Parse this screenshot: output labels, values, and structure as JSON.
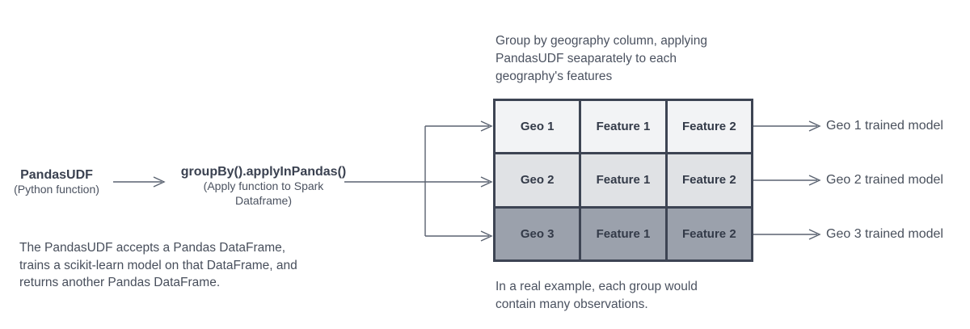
{
  "diagram": {
    "colors": {
      "line": "#5a6270",
      "table_border": "#3d4453",
      "title_text": "#3a4150",
      "body_text": "#4b5260",
      "row1_bg": "#f2f3f5",
      "row2_bg": "#e0e2e5",
      "row3_bg": "#9ba1ac"
    },
    "top_note_lines": [
      "Group by geography column, applying",
      "PandasUDF seaparately to each",
      "geography's features"
    ],
    "pandas_udf": {
      "title": "PandasUDF",
      "subtitle": "(Python function)"
    },
    "group_by": {
      "title": "groupBy().applyInPandas()",
      "subtitle_line1": "(Apply function to Spark",
      "subtitle_line2": "Dataframe)"
    },
    "table": {
      "rows": [
        {
          "cells": [
            "Geo 1",
            "Feature 1",
            "Feature 2"
          ],
          "bg": "#f2f3f5"
        },
        {
          "cells": [
            "Geo 2",
            "Feature 1",
            "Feature 2"
          ],
          "bg": "#e0e2e5"
        },
        {
          "cells": [
            "Geo 3",
            "Feature 1",
            "Feature 2"
          ],
          "bg": "#9ba1ac"
        }
      ]
    },
    "outputs": [
      "Geo 1 trained model",
      "Geo 2 trained model",
      "Geo 3 trained model"
    ],
    "left_note_lines": [
      "The PandasUDF accepts a Pandas DataFrame,",
      "trains a scikit-learn model on that DataFrame, and",
      "returns another Pandas DataFrame."
    ],
    "bottom_note_lines": [
      "In a real example, each group would",
      "contain many observations."
    ]
  }
}
